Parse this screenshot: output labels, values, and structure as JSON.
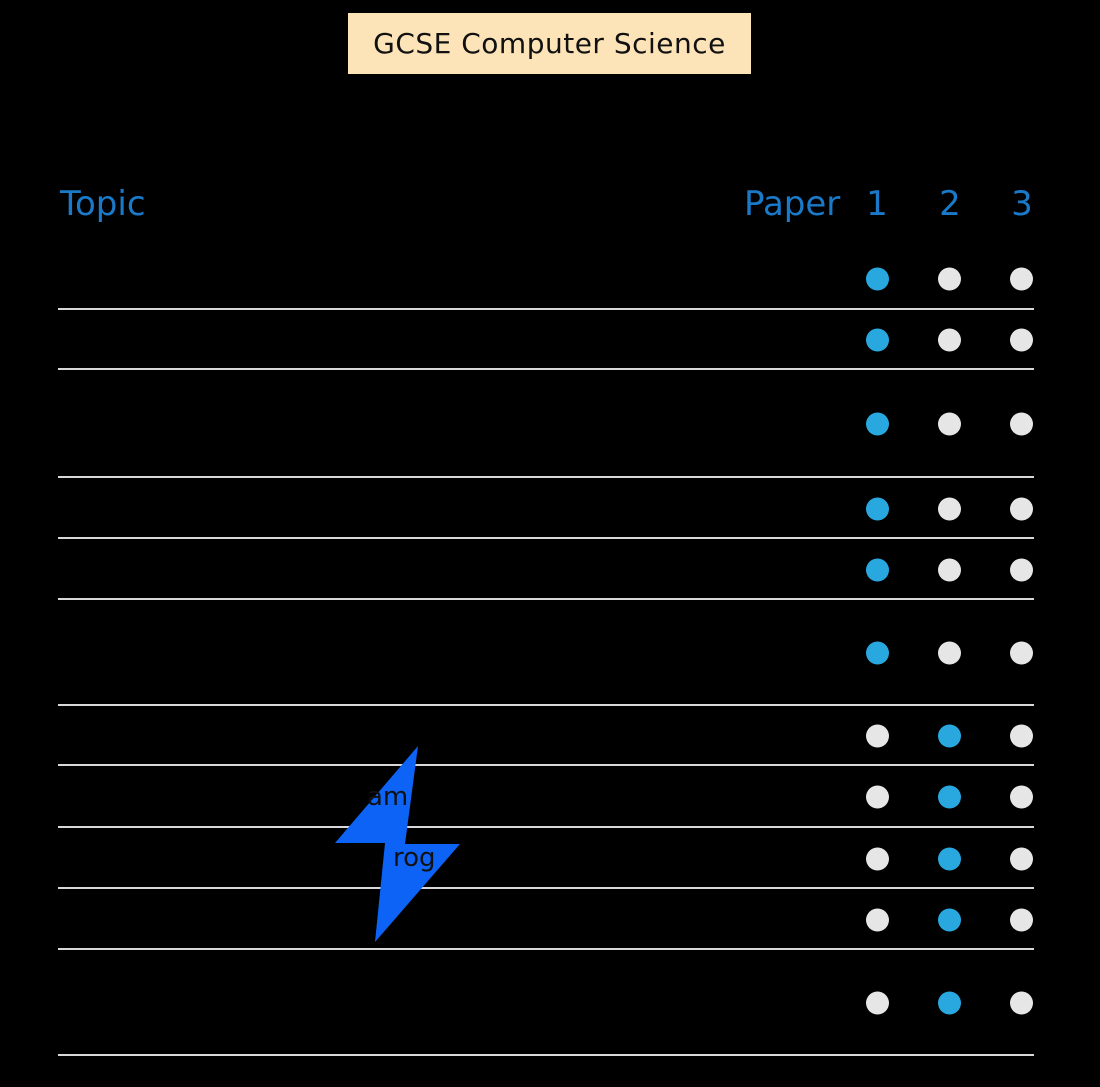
{
  "title": "GCSE Computer Science",
  "header": {
    "topic_label": "Topic",
    "paper_label": "Paper",
    "paper_numbers": [
      "1",
      "2",
      "3"
    ]
  },
  "colors": {
    "active": "#29a8e0",
    "inactive": "#e6e6e6",
    "header_text": "#1a7ac9",
    "title_bg": "#fde3b8",
    "bolt": "#0d63f5"
  },
  "rows": [
    {
      "topic": "",
      "papers": [
        true,
        false,
        false
      ]
    },
    {
      "topic": "",
      "papers": [
        true,
        false,
        false
      ]
    },
    {
      "topic": "",
      "papers": [
        true,
        false,
        false
      ]
    },
    {
      "topic": "",
      "papers": [
        true,
        false,
        false
      ]
    },
    {
      "topic": "",
      "papers": [
        true,
        false,
        false
      ]
    },
    {
      "topic": "",
      "papers": [
        true,
        false,
        false
      ]
    },
    {
      "topic": "",
      "papers": [
        false,
        true,
        false
      ]
    },
    {
      "topic": "",
      "papers": [
        false,
        true,
        false
      ]
    },
    {
      "topic": "",
      "papers": [
        false,
        true,
        false
      ]
    },
    {
      "topic": "",
      "papers": [
        false,
        true,
        false
      ]
    },
    {
      "topic": "",
      "papers": [
        false,
        true,
        false
      ]
    }
  ],
  "watermark": {
    "fragment_1": "am",
    "fragment_2": "rog"
  }
}
